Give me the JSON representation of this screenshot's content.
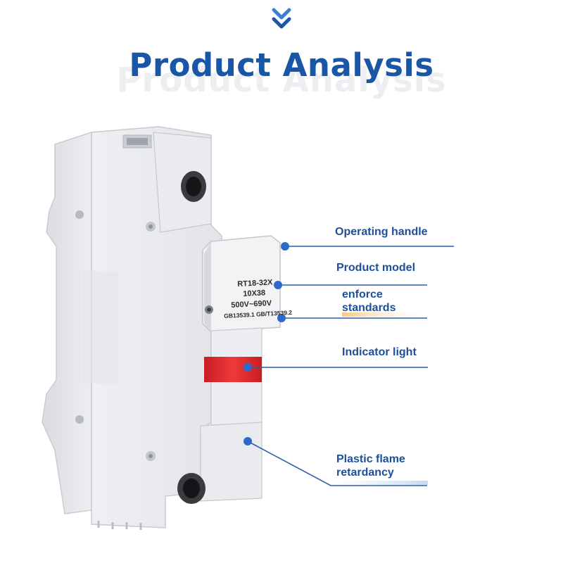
{
  "header": {
    "title": "Product Analysis",
    "ghost_title": "Product Analysis"
  },
  "fuse_marking": {
    "model": "RT18-32X",
    "size": "10X38",
    "voltage": "500V~690V",
    "standards": "GB13539.1 GB/T13539.2"
  },
  "callouts": {
    "operating_handle": "Operating handle",
    "product_model": "Product model",
    "enforce_standards_line1": "enforce",
    "enforce_standards_line2": "standards",
    "indicator_light": "Indicator light",
    "plastic_flame_line1": "Plastic flame",
    "plastic_flame_line2": "retardancy"
  },
  "colors": {
    "title_blue": "#1a56a6",
    "label_blue": "#1d4f9c",
    "indicator_red": "#e0262b",
    "housing_grey": "#e6e7ea"
  }
}
